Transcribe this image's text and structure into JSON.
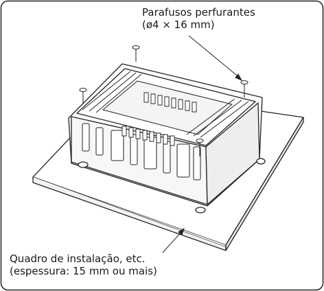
{
  "callouts": {
    "screws": {
      "line1": "Parafusos perfurantes",
      "line2": "(ø4 × 16 mm)"
    },
    "panel": {
      "line1": "Quadro de instalação, etc.",
      "line2": "(espessura: 15 mm ou mais)"
    }
  }
}
